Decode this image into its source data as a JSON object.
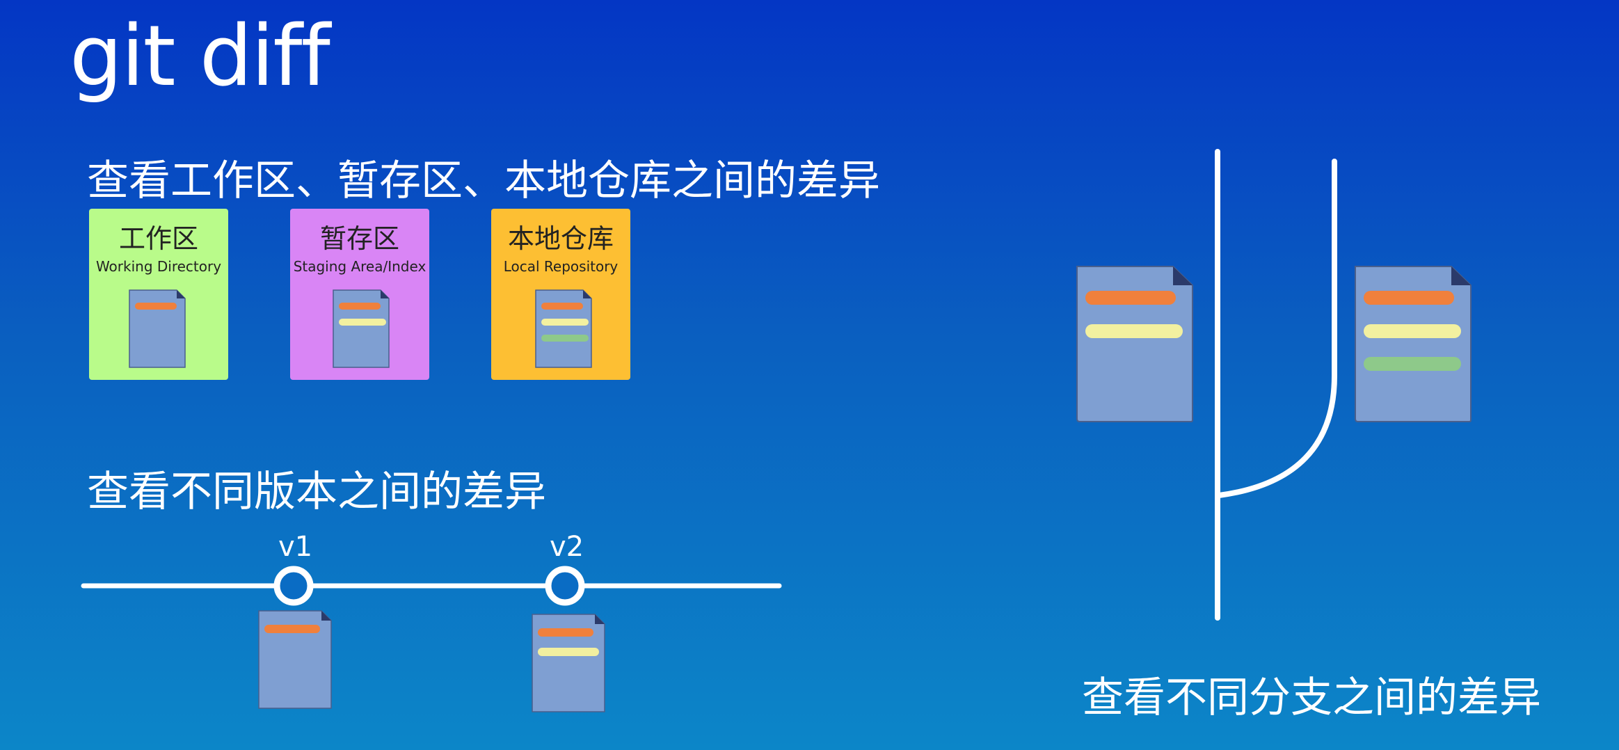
{
  "title": "git diff",
  "sections": {
    "areas_heading": "查看工作区、暂存区、本地仓库之间的差异",
    "versions_heading": "查看不同版本之间的差异",
    "branches_heading": "查看不同分支之间的差异"
  },
  "areas": [
    {
      "zh": "工作区",
      "en": "Working Directory",
      "color": "#b9fb8a",
      "doc_lines": [
        "#f0803c"
      ]
    },
    {
      "zh": "暂存区",
      "en": "Staging Area/Index",
      "color": "#d985f5",
      "doc_lines": [
        "#f0803c",
        "#f2f0a0"
      ]
    },
    {
      "zh": "本地仓库",
      "en": "Local Repository",
      "color": "#fdbf33",
      "doc_lines": [
        "#f0803c",
        "#f2f0a0",
        "#8ec98a"
      ]
    }
  ],
  "versions": [
    {
      "label": "v1",
      "doc_lines": [
        "#f0803c"
      ]
    },
    {
      "label": "v2",
      "doc_lines": [
        "#f0803c",
        "#f2f0a0"
      ]
    }
  ],
  "colors": {
    "doc_body": "#7f9fd2",
    "doc_fold": "#2b3a6a",
    "line_orange": "#f0803c",
    "line_yellow": "#f2f0a0",
    "line_green": "#8ec98a"
  }
}
